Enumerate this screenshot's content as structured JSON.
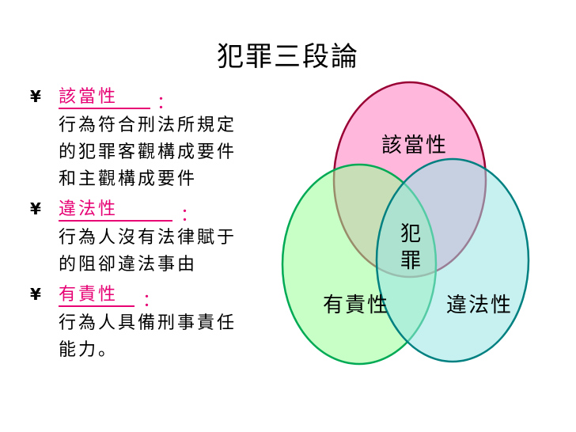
{
  "title": "犯罪三段論",
  "bullets": [
    {
      "marker": "¥",
      "term": "該當性",
      "colon": "：",
      "description": "行為符合刑法所規定\n的犯罪客觀構成要件\n和主觀構成要件"
    },
    {
      "marker": "¥",
      "term": "違法性",
      "colon": "：",
      "description": "行為人沒有法律賦于\n的阻卻違法事由"
    },
    {
      "marker": "¥",
      "term": "有責性",
      "colon": "：",
      "description": "行為人具備刑事責任\n能力。"
    }
  ],
  "venn": {
    "sets": [
      {
        "label": "該當性",
        "fill": "#ff99cc",
        "stroke": "#990033"
      },
      {
        "label": "有責性",
        "fill": "#99ff99",
        "stroke": "#00aa55"
      },
      {
        "label": "違法性",
        "fill": "#99e6e6",
        "stroke": "#008080"
      }
    ],
    "center_label_line1": "犯",
    "center_label_line2": "罪"
  },
  "colors": {
    "term": "#e60073"
  }
}
